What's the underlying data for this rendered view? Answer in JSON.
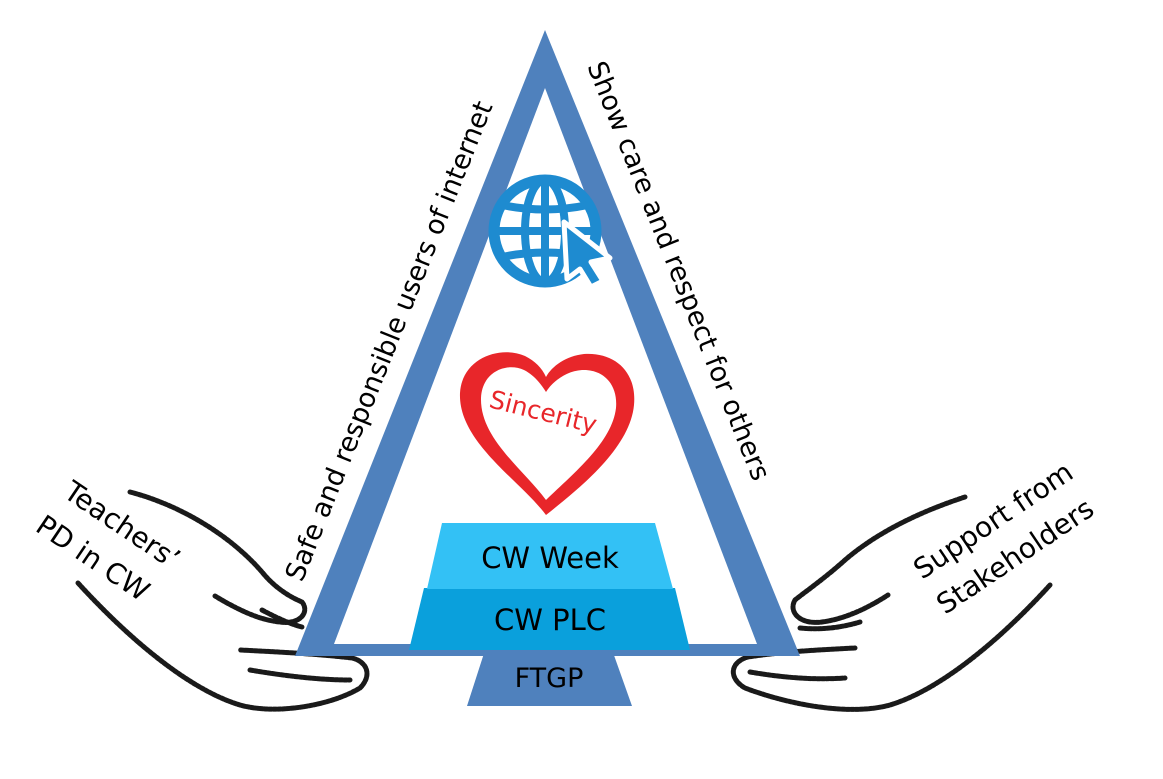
{
  "sides": {
    "left": "Safe and responsible users of internet",
    "right": "Show care and respect for others"
  },
  "heart_label": "Sincerity",
  "tiers": {
    "top": "CW Week",
    "middle": "CW PLC",
    "base": "FTGP"
  },
  "hands": {
    "left_line1": "Teachers’",
    "left_line2": "PD in CW",
    "right_line1": "Support from",
    "right_line2": "Stakeholders"
  },
  "icons": {
    "globe": "globe-with-cursor-icon",
    "heart": "heart-icon"
  },
  "colors": {
    "triangle": "#4f81bd",
    "globe": "#1e8bd0",
    "heart": "#e8262a",
    "tier_top": "#33c1f5",
    "tier_middle": "#0aa0dc",
    "tier_base": "#4f81bd"
  }
}
